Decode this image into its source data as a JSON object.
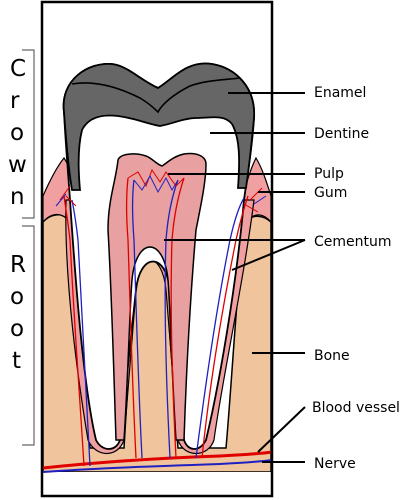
{
  "diagram": {
    "labels": {
      "enamel": "Enamel",
      "dentine": "Dentine",
      "pulp": "Pulp",
      "gum": "Gum",
      "cementum": "Cementum",
      "bone": "Bone",
      "blood_vessel": "Blood vessel",
      "nerve": "Nerve"
    },
    "side_labels": {
      "crown": [
        "C",
        "r",
        "o",
        "w",
        "n"
      ],
      "root": [
        "R",
        "o",
        "o",
        "t"
      ]
    }
  },
  "colors": {
    "enamel": "#666666",
    "dentine": "#ffffff",
    "pulp": "#e8a0a0",
    "gum": "#f0a0a0",
    "bone": "#f0c49c",
    "blood_vessel": "#e00000",
    "nerve": "#2020c0",
    "outline": "#000000"
  }
}
